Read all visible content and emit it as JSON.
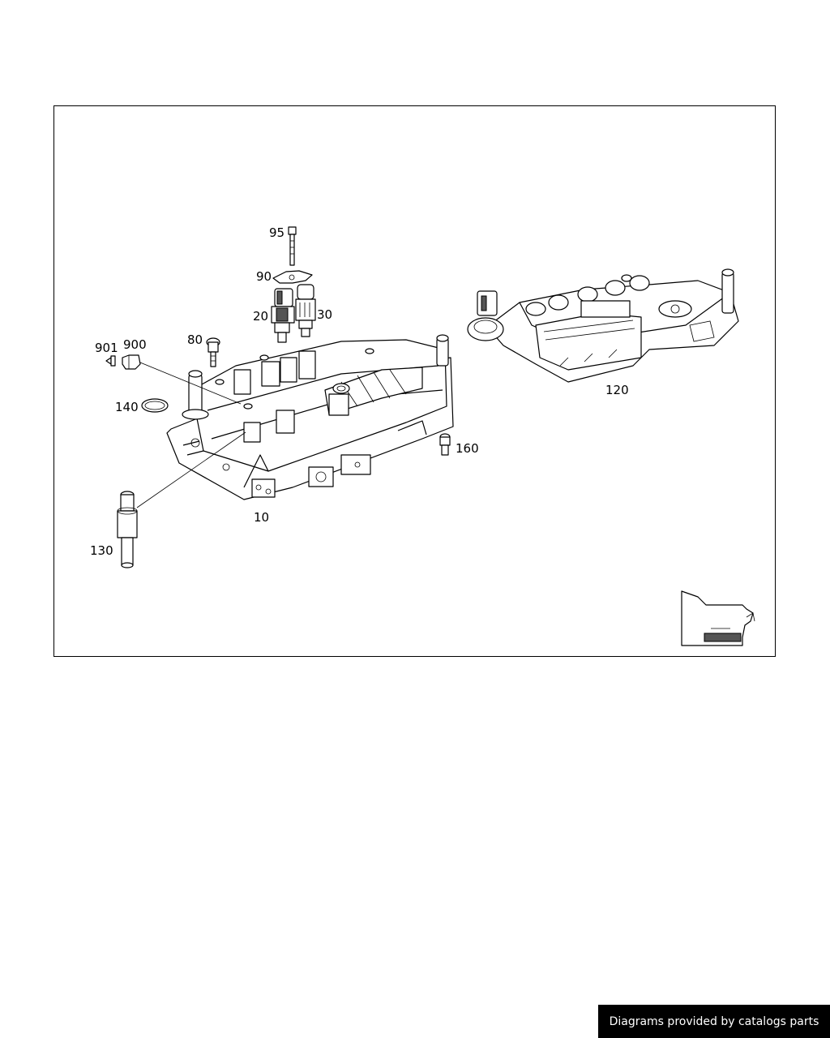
{
  "diagram": {
    "callouts": [
      {
        "id": "95",
        "text": "95"
      },
      {
        "id": "90",
        "text": "90"
      },
      {
        "id": "20",
        "text": "20"
      },
      {
        "id": "30",
        "text": "30"
      },
      {
        "id": "80",
        "text": "80"
      },
      {
        "id": "901",
        "text": "901"
      },
      {
        "id": "900",
        "text": "900"
      },
      {
        "id": "140",
        "text": "140"
      },
      {
        "id": "160",
        "text": "160"
      },
      {
        "id": "10",
        "text": "10"
      },
      {
        "id": "130",
        "text": "130"
      },
      {
        "id": "120",
        "text": "120"
      }
    ]
  },
  "footer": {
    "credit": "Diagrams provided by catalogs parts",
    "background_color": "#000000",
    "text_color": "#ffffff"
  }
}
